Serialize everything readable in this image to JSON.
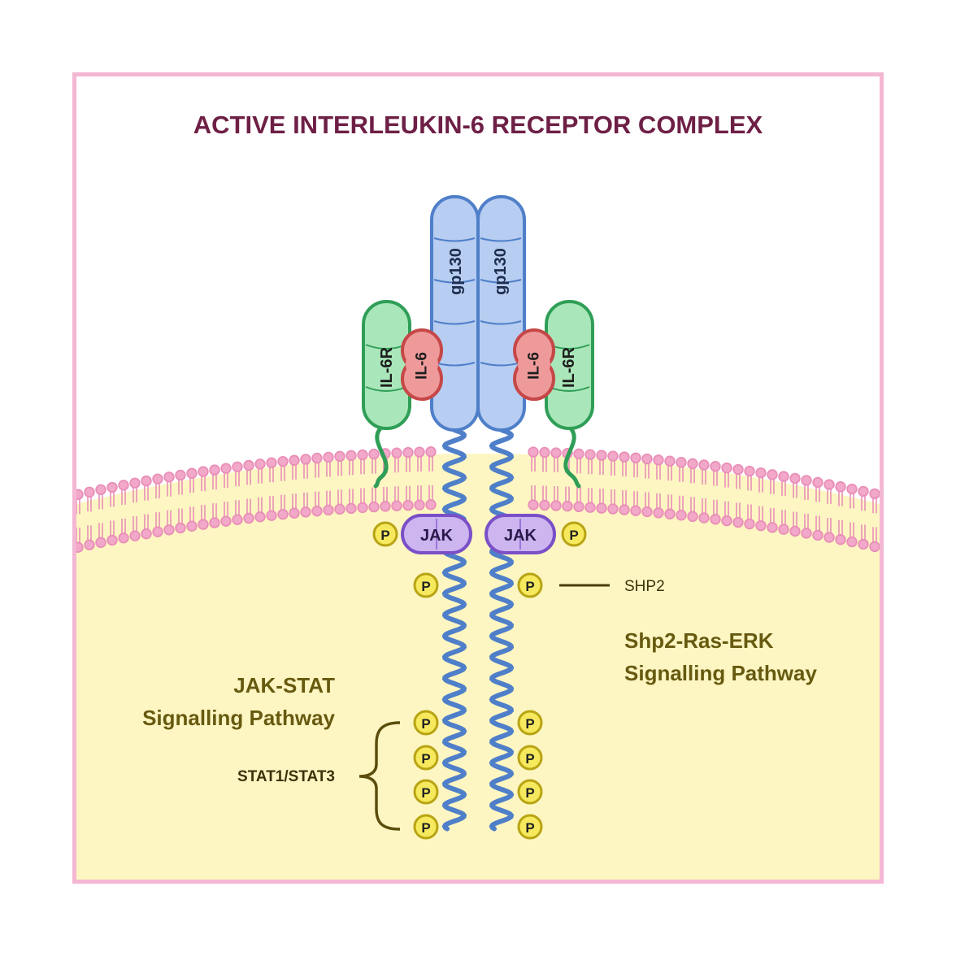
{
  "title": "ACTIVE INTERLEUKIN-6 RECEPTOR COMPLEX",
  "receptor": {
    "gp130_label": "gp130",
    "il6r_label": "IL-6R",
    "il6_label": "IL-6"
  },
  "jak_label": "JAK",
  "phospho_label": "P",
  "shp2_label": "SHP2",
  "shp2_pathway": {
    "line1": "Shp2-Ras-ERK",
    "line2": "Signalling Pathway"
  },
  "jakstat_pathway": {
    "line1": "JAK-STAT",
    "line2": "Signalling Pathway"
  },
  "stat_label": "STAT1/STAT3",
  "colors": {
    "frame": "#f4b7d3",
    "title": "#6e1f45",
    "cytoplasm": "#fdf6c2",
    "lipid": "#e98fb8",
    "gp130_fill": "#b7cdf1",
    "gp130_stroke": "#4f7fc9",
    "il6r_fill": "#a9e6b9",
    "il6r_stroke": "#2f9e57",
    "il6_fill": "#ef9a9a",
    "il6_stroke": "#c64747",
    "jak_fill": "#cdb5f0",
    "jak_stroke": "#7a4fc7",
    "phospho_fill": "#f6e95e",
    "phospho_stroke": "#b8a414",
    "pathway_text": "#675a10"
  }
}
